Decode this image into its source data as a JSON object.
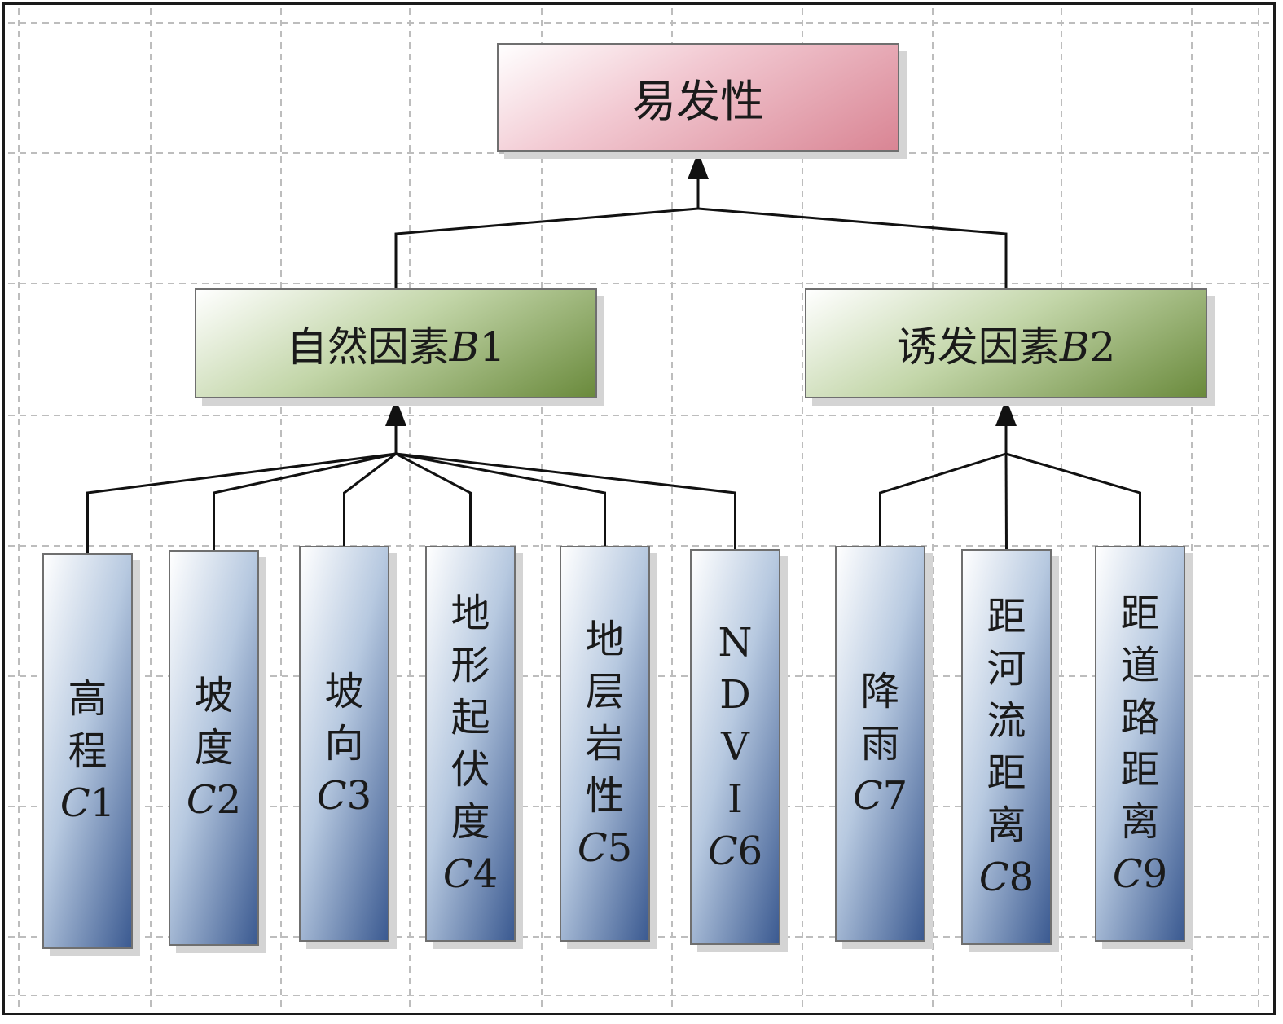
{
  "goal": {
    "label": "易发性"
  },
  "criteria": [
    {
      "id": "B1",
      "label": "自然因素",
      "code_letter": "B",
      "code_number": "1"
    },
    {
      "id": "B2",
      "label": "诱发因素",
      "code_letter": "B",
      "code_number": "2"
    }
  ],
  "factors": [
    {
      "id": "C1",
      "parent": "B1",
      "chars": [
        "高",
        "程"
      ],
      "code_letter": "C",
      "code_number": "1"
    },
    {
      "id": "C2",
      "parent": "B1",
      "chars": [
        "坡",
        "度"
      ],
      "code_letter": "C",
      "code_number": "2"
    },
    {
      "id": "C3",
      "parent": "B1",
      "chars": [
        "坡",
        "向"
      ],
      "code_letter": "C",
      "code_number": "3"
    },
    {
      "id": "C4",
      "parent": "B1",
      "chars": [
        "地",
        "形",
        "起",
        "伏",
        "度"
      ],
      "code_letter": "C",
      "code_number": "4"
    },
    {
      "id": "C5",
      "parent": "B1",
      "chars": [
        "地",
        "层",
        "岩",
        "性"
      ],
      "code_letter": "C",
      "code_number": "5"
    },
    {
      "id": "C6",
      "parent": "B1",
      "chars": [
        "N",
        "D",
        "V",
        "I"
      ],
      "code_letter": "C",
      "code_number": "6"
    },
    {
      "id": "C7",
      "parent": "B2",
      "chars": [
        "降",
        "雨"
      ],
      "code_letter": "C",
      "code_number": "7"
    },
    {
      "id": "C8",
      "parent": "B2",
      "chars": [
        "距",
        "河",
        "流",
        "距",
        "离"
      ],
      "code_letter": "C",
      "code_number": "8"
    },
    {
      "id": "C9",
      "parent": "B2",
      "chars": [
        "距",
        "道",
        "路",
        "距",
        "离"
      ],
      "code_letter": "C",
      "code_number": "9"
    }
  ],
  "colors": {
    "goal_fill": "#d98594",
    "criteria_fill": "#6a8a3c",
    "factor_fill": "#3b5a91",
    "connector": "#111111",
    "grid": "#bdbdbd"
  }
}
